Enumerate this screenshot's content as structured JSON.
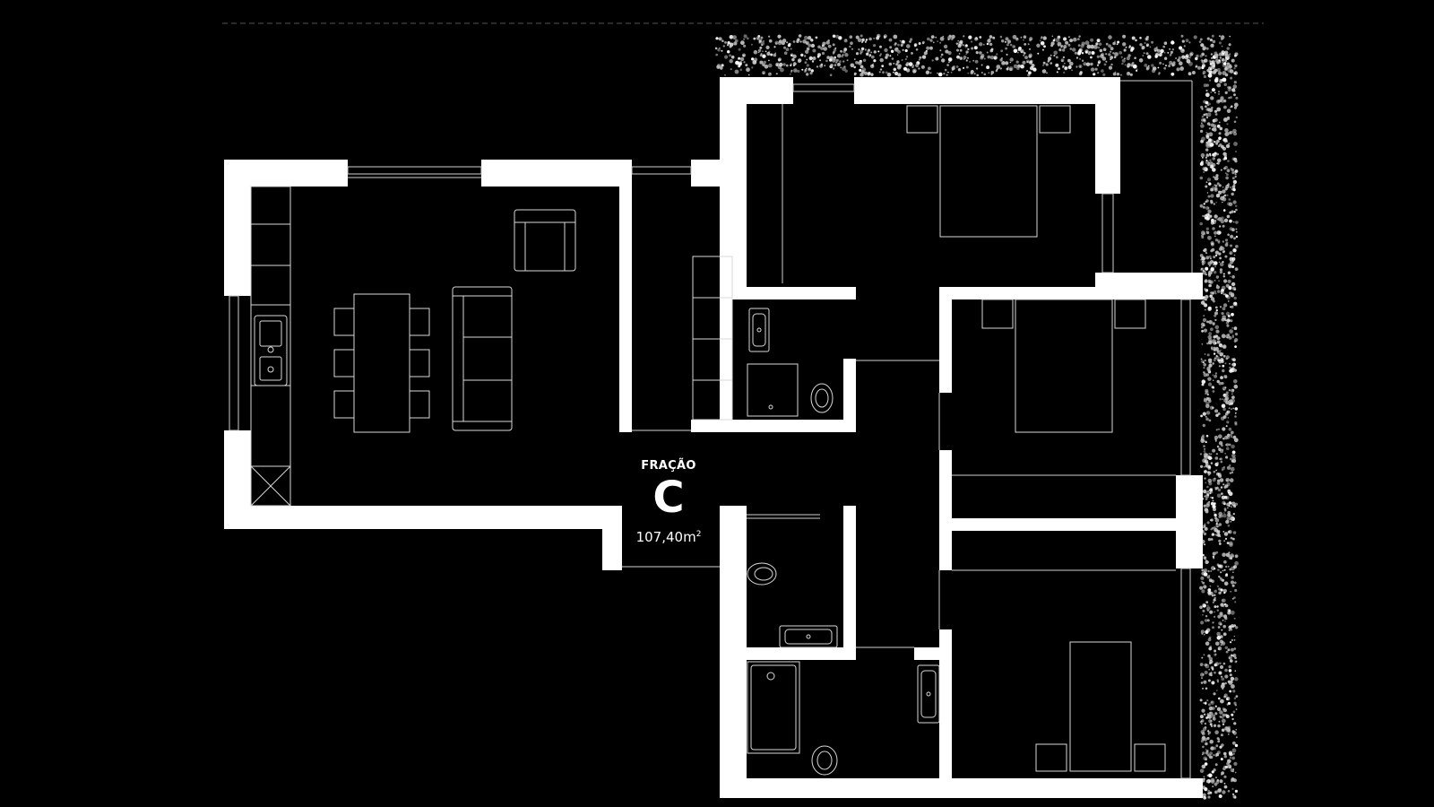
{
  "unit": {
    "label": "FRAÇÃO",
    "letter": "C",
    "area_value": "107,40m",
    "area_exponent": "2"
  },
  "colors": {
    "background": "#000000",
    "wall": "#ffffff",
    "line": "#d8d8d8",
    "hedge": "#bdbdbd"
  }
}
